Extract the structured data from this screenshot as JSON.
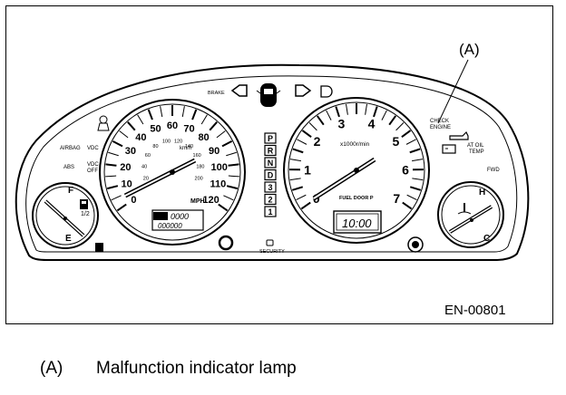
{
  "callout_marker": "(A)",
  "reference_code": "EN-00801",
  "caption": {
    "key": "(A)",
    "text": "Malfunction indicator lamp"
  },
  "indicators": {
    "brake": "BRAKE",
    "check_engine": [
      "CHECK",
      "ENGINE"
    ],
    "airbag": "AIRBAG",
    "vdc": "VDC",
    "abs": "ABS",
    "vdc_off": [
      "VDC",
      "OFF"
    ],
    "at_oil_temp": [
      "AT OIL",
      "TEMP"
    ],
    "fwd": "FWD",
    "security": "SECURITY",
    "fuel_door": "FUEL DOOR P"
  },
  "speedometer": {
    "mph_labels": [
      "0",
      "10",
      "20",
      "30",
      "40",
      "50",
      "60",
      "70",
      "80",
      "90",
      "100",
      "110",
      "120"
    ],
    "kmh_labels": [
      "20",
      "40",
      "60",
      "80",
      "100",
      "120",
      "140",
      "160",
      "180",
      "200"
    ],
    "unit_mph": "MPH",
    "unit_kmh": "km/h",
    "odometer_top": "0000",
    "odometer_bottom": "000000"
  },
  "gear_positions": [
    "P",
    "R",
    "N",
    "D",
    "3",
    "2",
    "1"
  ],
  "tachometer": {
    "labels": [
      "0",
      "1",
      "2",
      "3",
      "4",
      "5",
      "6",
      "7"
    ],
    "unit": "x1000r/min",
    "clock": "10:00"
  },
  "fuel_gauge": {
    "full": "F",
    "half": "1/2",
    "empty": "E"
  },
  "temp_gauge": {
    "hot": "H",
    "cold": "C"
  }
}
